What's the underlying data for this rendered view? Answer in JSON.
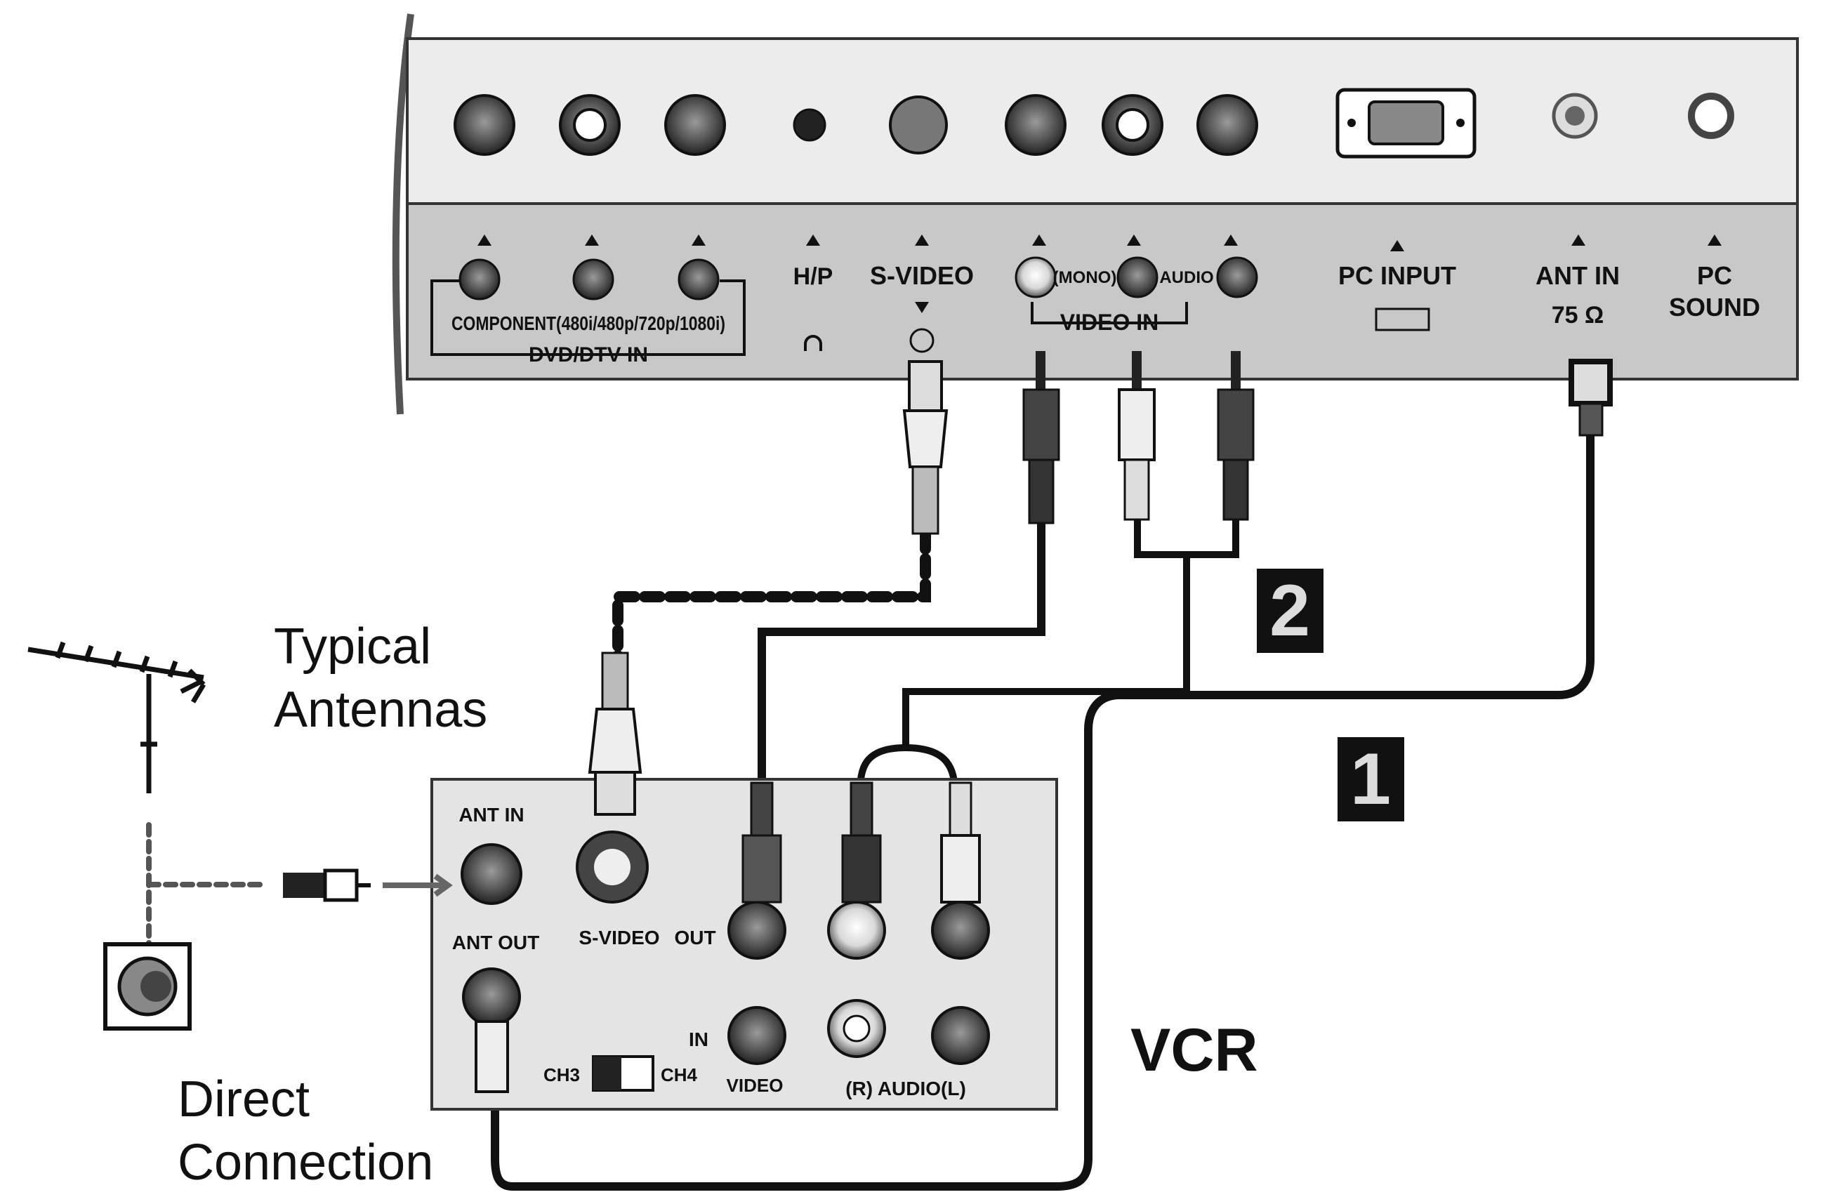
{
  "tv_panel": {
    "component_label": "COMPONENT(480i/480p/720p/1080i)",
    "dvd_dtv_label": "DVD/DTV IN",
    "hp_label": "H/P",
    "svideo_label": "S-VIDEO",
    "mono_label": "(MONO)",
    "audio_label": "AUDIO",
    "video_in_label": "VIDEO IN",
    "pc_input_label": "PC INPUT",
    "ant_in_label": "ANT IN",
    "ohm_label": "75 Ω",
    "pc_label": "PC",
    "sound_label": "SOUND"
  },
  "antenna": {
    "typical_line1": "Typical",
    "typical_line2": "Antennas",
    "direct_line1": "Direct",
    "direct_line2": "Connection"
  },
  "vcr": {
    "title": "VCR",
    "ant_in_label": "ANT IN",
    "ant_out_label": "ANT OUT",
    "svideo_label": "S-VIDEO",
    "out_label": "OUT",
    "in_label": "IN",
    "ch3_label": "CH3",
    "ch4_label": "CH4",
    "video_label": "VIDEO",
    "audio_label": "(R) AUDIO(L)"
  },
  "markers": {
    "one": "1",
    "two": "2"
  }
}
